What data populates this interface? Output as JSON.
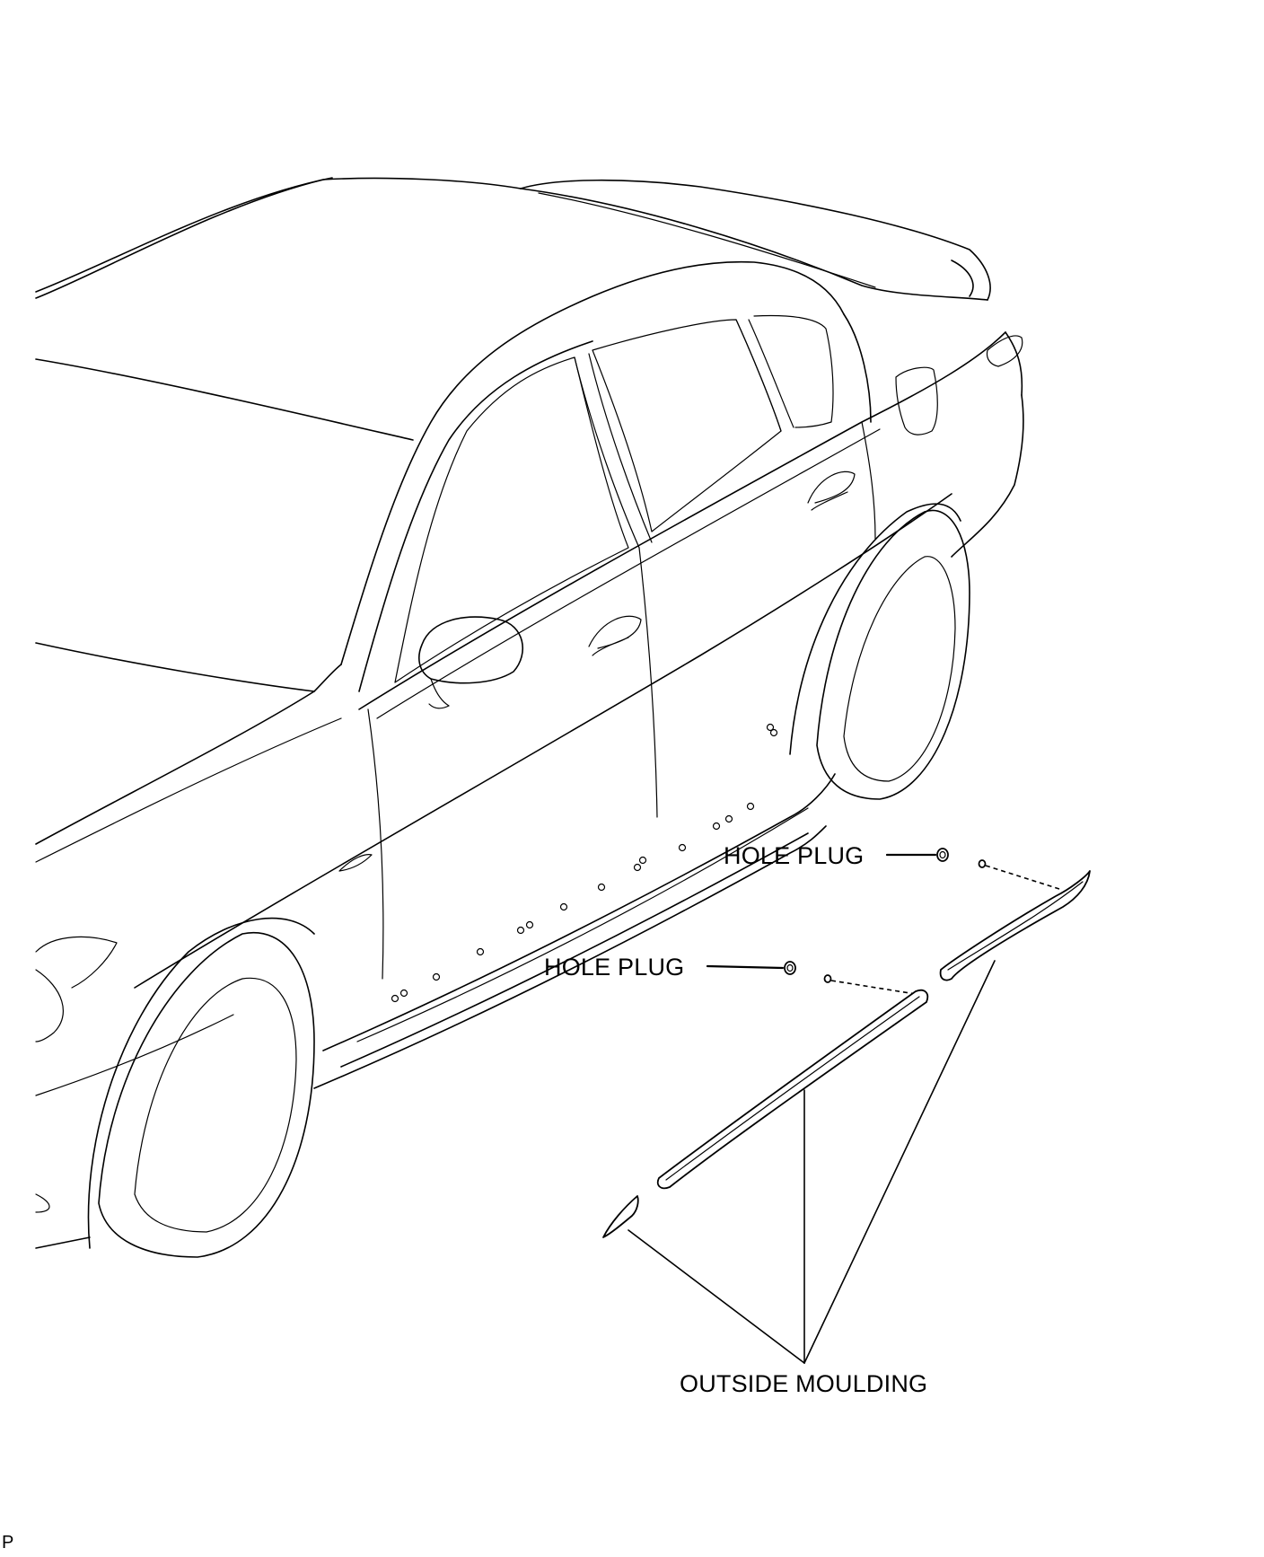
{
  "labels": {
    "hole_plug_upper": "HOLE PLUG",
    "hole_plug_lower": "HOLE PLUG",
    "outside_moulding": "OUTSIDE MOULDING",
    "figure_code": "P"
  }
}
